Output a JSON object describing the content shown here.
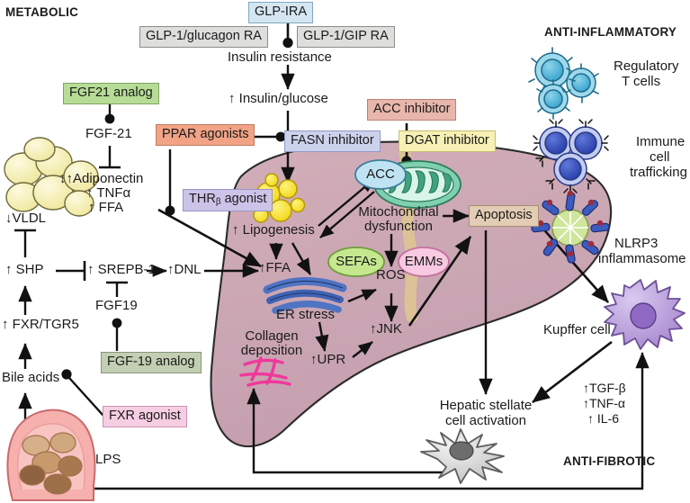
{
  "figure": {
    "title": "NASH therapeutic targets pathway diagram",
    "sections": {
      "metabolic": "METABOLIC",
      "anti_inflammatory": "ANTI-INFLAMMATORY",
      "anti_fibrotic": "ANTI-FIBROTIC"
    }
  },
  "drug_boxes": [
    {
      "id": "glp1ra",
      "label": "GLP-IRA",
      "color": "#d4e6f1"
    },
    {
      "id": "glp1glucagon",
      "label": "GLP-1/glucagon RA",
      "color": "#dededc"
    },
    {
      "id": "glp1gip",
      "label": "GLP-1/GIP RA",
      "color": "#dededc"
    },
    {
      "id": "fgf21analog",
      "label": "FGF21 analog",
      "color": "#b6dc96"
    },
    {
      "id": "pparagonists",
      "label": "PPAR agonists",
      "color": "#f2a386"
    },
    {
      "id": "accinhibitor",
      "label": "ACC inhibitor",
      "color": "#e8b6ab"
    },
    {
      "id": "fasninhibitor",
      "label": "FASN inhibitor",
      "color": "#ccd2ec"
    },
    {
      "id": "dgatinhibitor",
      "label": "DGAT inhibitor",
      "color": "#f7f0b4"
    },
    {
      "id": "thrbagonist",
      "label": "THR",
      "label_sub": "β",
      "label_tail": " agonist",
      "color": "#ccc4e8"
    },
    {
      "id": "fgf19analog",
      "label": "FGF-19 analog",
      "color": "#c2cfb2"
    },
    {
      "id": "fxragonist",
      "label": "FXR agonist",
      "color": "#f6cde2"
    },
    {
      "id": "apoptosis",
      "label": "Apoptosis",
      "color": "#e2cdb4"
    }
  ],
  "pathway_labels": {
    "insulin_resistance": "Insulin resistance",
    "insulin_glucose": "↑ Insulin/glucose",
    "fgf21": "FGF-21",
    "adiponectin": "↓↑Adiponectin",
    "tnfa": "↑ TNFα",
    "ffa_adipose": "↑ FFA",
    "vldl": "↓VLDL",
    "shp": "↑ SHP",
    "srepb1": "↑ SREPB-1",
    "dnl": "↑DNL",
    "fgf19": "FGF19",
    "fxr_tgr5": "↑ FXR/TGR5",
    "bile_acids": "Bile acids",
    "lps": "LPS"
  },
  "liver_labels": {
    "lipogenesis": "↑ Lipogenesis",
    "ffa": "↑FFA",
    "er_stress": "ER stress",
    "collagen_deposition_1": "Collagen",
    "collagen_deposition_2": "deposition",
    "upr": "↑UPR",
    "mito_dysfunction_1": "Mitochondrial",
    "mito_dysfunction_2": "dysfunction",
    "ros": "ROS",
    "jnk": "↑JNK",
    "acc": "ACC",
    "sefas": "SEFAs",
    "emms": "EMMs"
  },
  "immune_labels": {
    "treg_1": "Regulatory",
    "treg_2": "T cells",
    "immune_traffic_1": "Immune",
    "immune_traffic_2": "cell",
    "immune_traffic_3": "trafficking",
    "nlrp3_1": "NLRP3",
    "nlrp3_2": "inflammasome",
    "kupffer": "Kupffer cell",
    "tgfb": "↑TGF-β",
    "tnfa": "↑TNF-α",
    "il6": "↑ IL-6"
  },
  "fibrosis_labels": {
    "hsc_1": "Hepatic stellate",
    "hsc_2": "cell activation"
  },
  "colors": {
    "liver_fill": "#cda8b4",
    "liver_stroke": "#2b2b2b",
    "lipid_yellow": "#f7e23c",
    "adipose_yellow": "#f4efb0",
    "mito_green": "#4fae8b",
    "er_blue": "#5b7fc4",
    "collagen_pink": "#f04fa0",
    "kupffer_purple": "#b79bd8",
    "treg_blue": "#55b4d9",
    "immune_blue": "#3b57c0",
    "nlrp3_green": "#b9d97a",
    "stellate_gray": "#d8d8d8",
    "intestine_pink": "#f3a5a5",
    "vessel_tan": "#e8cfa5"
  }
}
